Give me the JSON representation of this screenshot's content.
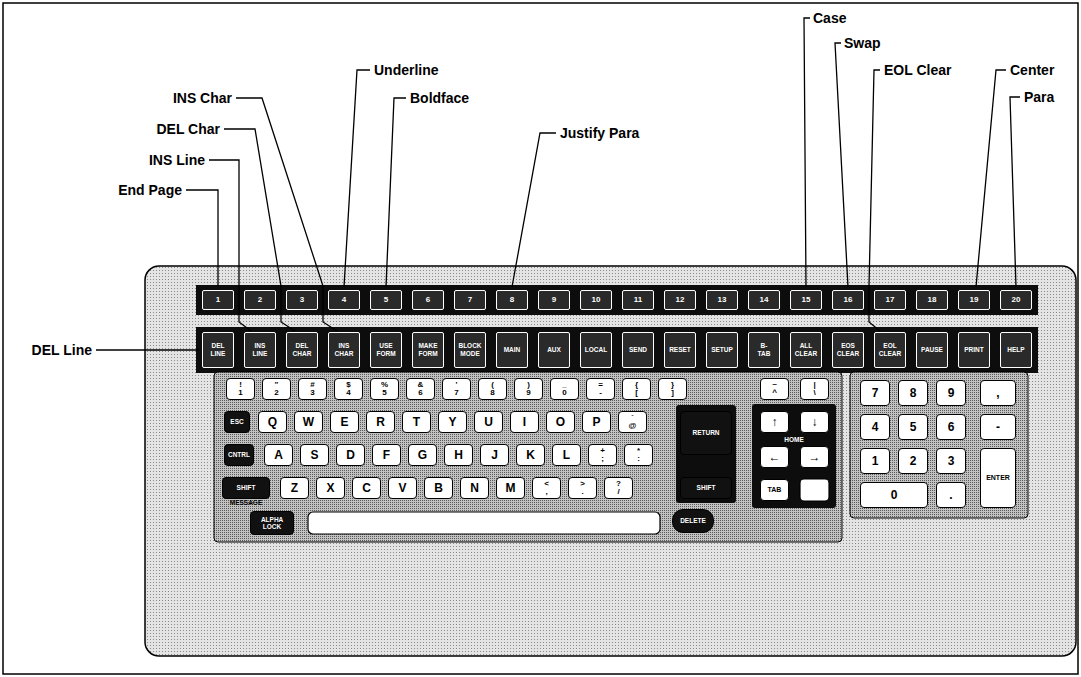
{
  "diagram": {
    "nodes": [
      {
        "text": [
          "1"
        ]
      },
      {
        "text": [
          "2"
        ]
      },
      {
        "text": [
          "3"
        ]
      },
      {
        "text": [
          "4"
        ]
      },
      {
        "text": [
          "5"
        ]
      },
      {
        "text": [
          "6"
        ]
      },
      {
        "text": [
          "7"
        ]
      },
      {
        "text": [
          "8"
        ]
      },
      {
        "text": [
          "9"
        ]
      },
      {
        "text": [
          "10"
        ]
      },
      {
        "text": [
          "11"
        ]
      },
      {
        "text": [
          "12"
        ]
      },
      {
        "text": [
          "13"
        ]
      },
      {
        "text": [
          "14"
        ]
      },
      {
        "text": [
          "15"
        ]
      },
      {
        "text": [
          "16"
        ]
      },
      {
        "text": [
          "17"
        ]
      },
      {
        "text": [
          "18"
        ]
      },
      {
        "text": [
          "19"
        ]
      },
      {
        "text": [
          "20"
        ]
      },
      {
        "text": [
          "DEL LINE"
        ]
      },
      {
        "text": [
          "INS LINE"
        ]
      },
      {
        "text": [
          "DEL CHAR"
        ]
      },
      {
        "text": [
          "INS CHAR"
        ]
      },
      {
        "text": [
          "USE FORM"
        ]
      },
      {
        "text": [
          "MAKE FORM"
        ]
      },
      {
        "text": [
          "BLOCK MODE"
        ]
      },
      {
        "text": [
          "MAIN"
        ]
      },
      {
        "text": [
          "AUX"
        ]
      },
      {
        "text": [
          "LOCAL"
        ]
      },
      {
        "text": [
          "SEND"
        ]
      },
      {
        "text": [
          "RESET"
        ]
      },
      {
        "text": [
          "SETUP"
        ]
      },
      {
        "text": [
          "B-TAB"
        ]
      },
      {
        "text": [
          "ALL CLEAR"
        ]
      },
      {
        "text": [
          "EOS CLEAR"
        ]
      },
      {
        "text": [
          "EOL CLEAR"
        ]
      },
      {
        "text": [
          "PAUSE"
        ]
      },
      {
        "text": [
          "PRINT"
        ]
      },
      {
        "text": [
          "HELP"
        ]
      },
      {
        "text": [
          "!",
          "1"
        ]
      },
      {
        "text": [
          "\"",
          "2"
        ]
      },
      {
        "text": [
          "#",
          "3"
        ]
      },
      {
        "text": [
          "$",
          "4"
        ]
      },
      {
        "text": [
          "%",
          "5"
        ]
      },
      {
        "text": [
          "&",
          "6"
        ]
      },
      {
        "text": [
          "'",
          "7"
        ]
      },
      {
        "text": [
          "(",
          "8"
        ]
      },
      {
        "text": [
          ")",
          "9"
        ]
      },
      {
        "text": [
          "_",
          "0"
        ]
      },
      {
        "text": [
          "=",
          "-"
        ]
      },
      {
        "text": [
          "{",
          "["
        ]
      },
      {
        "text": [
          "}",
          "]"
        ]
      },
      {
        "text": [
          "~",
          "^"
        ]
      },
      {
        "text": [
          "|",
          "\\"
        ]
      },
      {
        "text": [
          "ESC"
        ]
      },
      {
        "text": [
          "Q"
        ]
      },
      {
        "text": [
          "W"
        ]
      },
      {
        "text": [
          "E"
        ]
      },
      {
        "text": [
          "R"
        ]
      },
      {
        "text": [
          "T"
        ]
      },
      {
        "text": [
          "Y"
        ]
      },
      {
        "text": [
          "U"
        ]
      },
      {
        "text": [
          "I"
        ]
      },
      {
        "text": [
          "O"
        ]
      },
      {
        "text": [
          "P"
        ]
      },
      {
        "text": [
          "`",
          "@"
        ]
      },
      {
        "text": [
          "RETURN"
        ]
      },
      {
        "text": [
          "CNTRL"
        ]
      },
      {
        "text": [
          "A"
        ]
      },
      {
        "text": [
          "S"
        ]
      },
      {
        "text": [
          "D"
        ]
      },
      {
        "text": [
          "F"
        ]
      },
      {
        "text": [
          "G"
        ]
      },
      {
        "text": [
          "H"
        ]
      },
      {
        "text": [
          "J"
        ]
      },
      {
        "text": [
          "K"
        ]
      },
      {
        "text": [
          "L"
        ]
      },
      {
        "text": [
          "+",
          ";"
        ]
      },
      {
        "text": [
          "*",
          ":"
        ]
      },
      {
        "text": [
          "SHIFT",
          "MESSAGE"
        ]
      },
      {
        "text": [
          "Z"
        ]
      },
      {
        "text": [
          "X"
        ]
      },
      {
        "text": [
          "C"
        ]
      },
      {
        "text": [
          "V"
        ]
      },
      {
        "text": [
          "B"
        ]
      },
      {
        "text": [
          "N"
        ]
      },
      {
        "text": [
          "M"
        ]
      },
      {
        "text": [
          "<",
          ","
        ]
      },
      {
        "text": [
          ">",
          "."
        ]
      },
      {
        "text": [
          "?",
          "/"
        ]
      },
      {
        "text": [
          "SHIFT"
        ]
      },
      {
        "text": [
          "ALPHA LOCK"
        ]
      },
      {
        "text": [
          "DELETE"
        ]
      },
      {
        "text": [
          "↑"
        ]
      },
      {
        "text": [
          "↓"
        ]
      },
      {
        "text": [
          "←"
        ]
      },
      {
        "text": [
          "→"
        ]
      },
      {
        "text": [
          "TAB"
        ]
      },
      {
        "text": [
          "7"
        ]
      },
      {
        "text": [
          "8"
        ]
      },
      {
        "text": [
          "9"
        ]
      },
      {
        "text": [
          ","
        ]
      },
      {
        "text": [
          "4"
        ]
      },
      {
        "text": [
          "5"
        ]
      },
      {
        "text": [
          "6"
        ]
      },
      {
        "text": [
          "-"
        ]
      },
      {
        "text": [
          "1"
        ]
      },
      {
        "text": [
          "2"
        ]
      },
      {
        "text": [
          "3"
        ]
      },
      {
        "text": [
          "ENTER"
        ]
      },
      {
        "text": [
          "0"
        ]
      },
      {
        "text": [
          "."
        ]
      }
    ],
    "labels": [
      "Case",
      "Swap",
      "Underline",
      "EOL Clear",
      "Center",
      "INS Char",
      "Boldface",
      "Para",
      "DEL Char",
      "Justify Para",
      "INS Line",
      "End Page",
      "DEL Line",
      "HOME"
    ]
  }
}
